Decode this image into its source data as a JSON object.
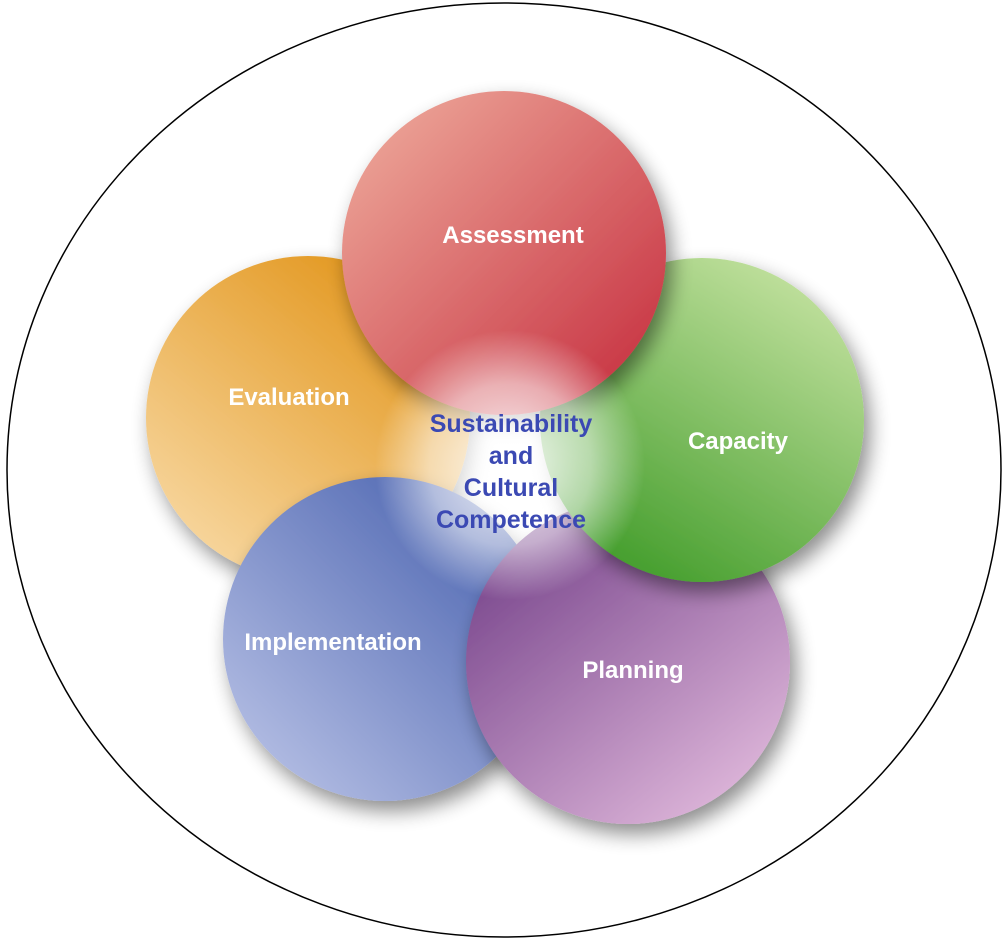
{
  "diagram": {
    "center": {
      "lines": [
        "Sustainability",
        "and",
        "Cultural",
        "Competence"
      ],
      "color": "#3b49b3"
    },
    "stages": [
      {
        "id": "assessment",
        "label": "Assessment",
        "color_light": "#f0b0a0",
        "color_dark": "#c4283a"
      },
      {
        "id": "capacity",
        "label": "Capacity",
        "color_light": "#c6e3a2",
        "color_dark": "#3d9a26"
      },
      {
        "id": "planning",
        "label": "Planning",
        "color_light": "#e6bfe0",
        "color_dark": "#6f3b85"
      },
      {
        "id": "implementation",
        "label": "Implementation",
        "color_light": "#c1c9ea",
        "color_dark": "#3b56a8"
      },
      {
        "id": "evaluation",
        "label": "Evaluation",
        "color_light": "#f9dcaa",
        "color_dark": "#e08f0e"
      }
    ],
    "frame_color": "#000000"
  }
}
